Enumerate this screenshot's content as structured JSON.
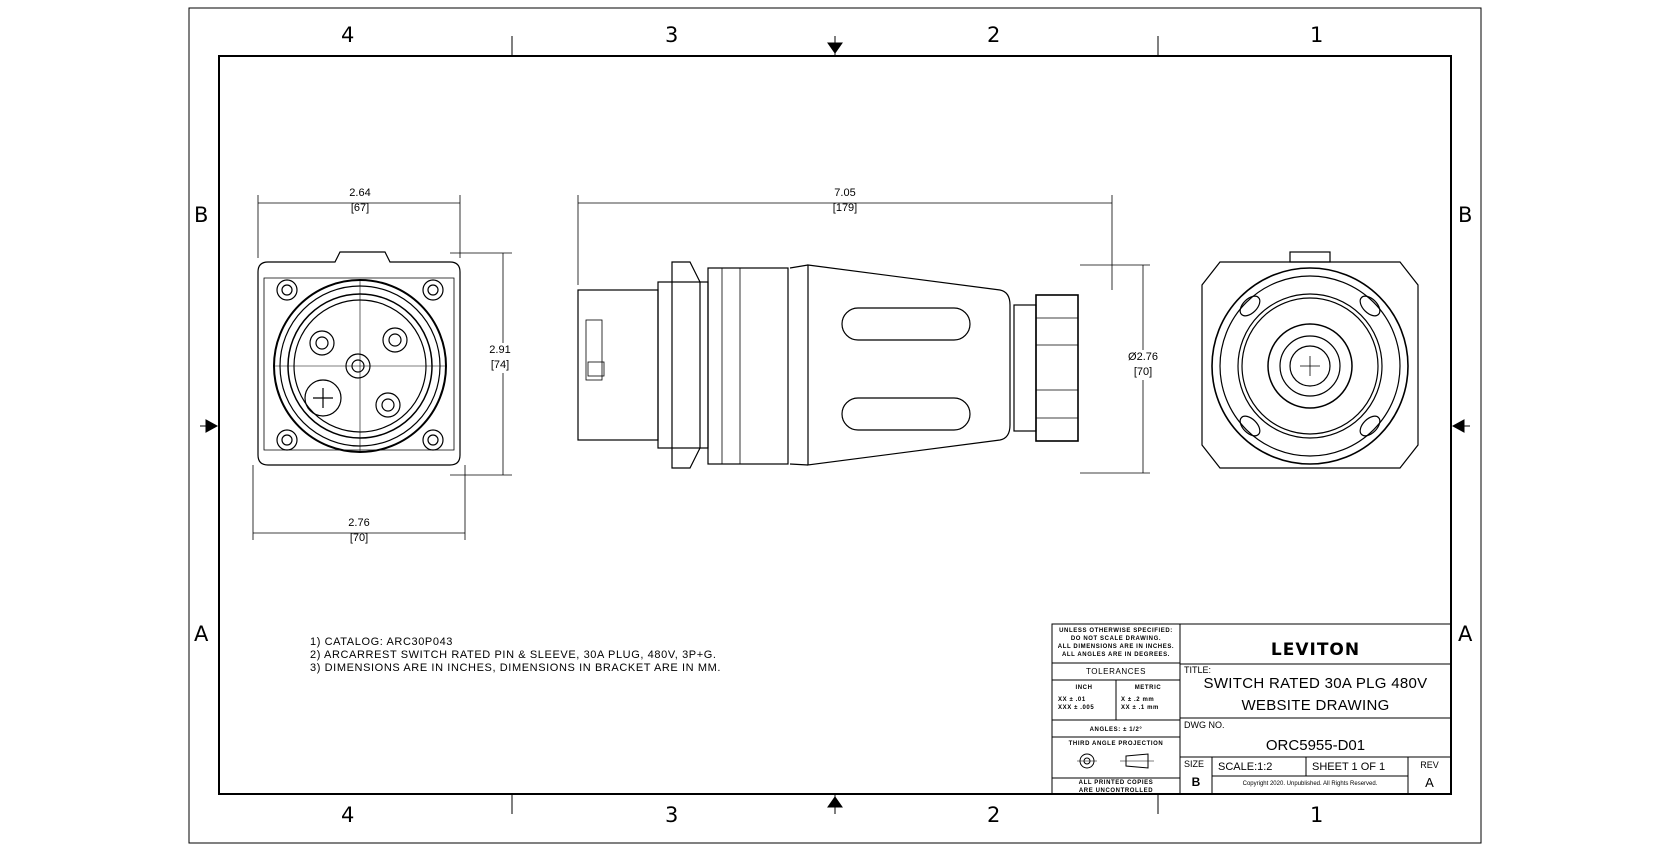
{
  "zones": {
    "columns": [
      "4",
      "3",
      "2",
      "1"
    ],
    "rows": [
      "B",
      "A"
    ]
  },
  "dimensions": {
    "front_width": {
      "inch": "2.64",
      "mm": "[67]"
    },
    "front_height": {
      "inch": "2.91",
      "mm": "[74]"
    },
    "front_bottom_width": {
      "inch": "2.76",
      "mm": "[70]"
    },
    "side_length": {
      "inch": "7.05",
      "mm": "[179]"
    },
    "side_diameter": {
      "inch": "Ø2.76",
      "mm": "[70]"
    }
  },
  "notes": [
    "1) CATALOG:  ARC30P043",
    "2) ARCARREST SWITCH RATED PIN & SLEEVE, 30A PLUG, 480V, 3P+G.",
    "3) DIMENSIONS ARE IN INCHES, DIMENSIONS IN BRACKET ARE IN MM."
  ],
  "title_block": {
    "general_notes": [
      "UNLESS OTHERWISE SPECIFIED:",
      "DO NOT SCALE DRAWING.",
      "ALL DIMENSIONS ARE IN INCHES.",
      "ALL ANGLES ARE IN DEGREES."
    ],
    "tolerances_label": "TOLERANCES",
    "inch_label": "INCH",
    "metric_label": "METRIC",
    "inch_tol": [
      "XX    ± .01",
      "XXX  ± .005"
    ],
    "metric_tol": [
      "X     ± .2 mm",
      "XX   ± .1 mm"
    ],
    "angles": "ANGLES: ± 1/2°",
    "projection": "THIRD ANGLE PROJECTION",
    "printed_copies": [
      "ALL PRINTED COPIES",
      "ARE UNCONTROLLED"
    ],
    "logo": "LEVITON",
    "title_label": "TITLE:",
    "title_lines": [
      "SWITCH RATED 30A PLG 480V",
      "WEBSITE DRAWING"
    ],
    "dwg_no_label": "DWG NO.",
    "dwg_no": "ORC5955-D01",
    "size_label": "SIZE",
    "size_value": "B",
    "scale": "SCALE:1:2",
    "sheet": "SHEET 1 OF 1",
    "rev_label": "REV",
    "rev_value": "A",
    "copyright": "Copyright 2020. Unpublished. All Rights Reserved."
  }
}
